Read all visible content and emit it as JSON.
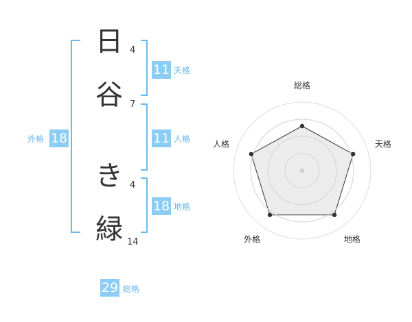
{
  "name": {
    "chars": [
      {
        "char": "日",
        "strokes": "4"
      },
      {
        "char": "谷",
        "strokes": "7"
      },
      {
        "char": "き",
        "strokes": "4"
      },
      {
        "char": "緑",
        "strokes": "14"
      }
    ]
  },
  "kaku": {
    "tenkaku": {
      "label": "天格",
      "value": "11"
    },
    "jinkaku": {
      "label": "人格",
      "value": "11"
    },
    "chikaku": {
      "label": "地格",
      "value": "18"
    },
    "gaikaku": {
      "label": "外格",
      "value": "18"
    },
    "soukaku": {
      "label": "総格",
      "value": "29"
    }
  },
  "colors": {
    "accent": "#8ccdf5",
    "bracket": "#6cb8ea",
    "text": "#333333"
  },
  "chart_data": {
    "type": "radar",
    "axes": [
      "総格",
      "天格",
      "地格",
      "外格",
      "人格"
    ],
    "values": [
      0.65,
      0.78,
      0.8,
      0.8,
      0.78
    ],
    "rings": 4
  }
}
